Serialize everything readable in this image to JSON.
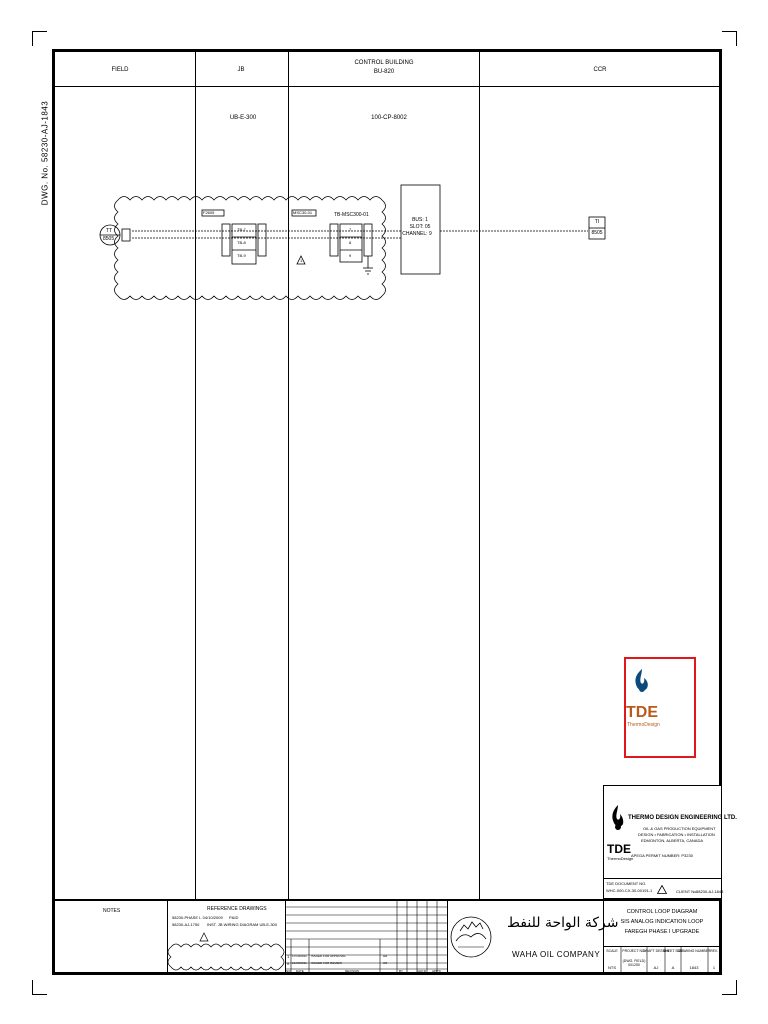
{
  "drawing": {
    "dwg_number": "DWG. No. 58230-AJ-1843",
    "columns": {
      "field": "FIELD",
      "jb": "JB",
      "control_building_line1": "CONTROL BUILDING",
      "control_building_line2": "BU-820",
      "ccr": "CCR"
    },
    "jb_tag": "UB-E-300",
    "cabinet_tag": "100-CP-8002",
    "instrument": {
      "tag_top": "TT",
      "tag_bottom": "8505"
    },
    "jb_cable_tag": "F2605",
    "jb_terminals": [
      "TB-7",
      "TB-8",
      "TB-9"
    ],
    "cp_cable_tag": "MSC30-01",
    "cp_terminal_block": "TB-MSC300-01",
    "cp_terminals": [
      "7",
      "8",
      "9"
    ],
    "io_card": {
      "line1": "BUS: 1",
      "line2": "SLOT: 05",
      "line3": "CHANNEL: 9"
    },
    "ccr_tag_top": "TI",
    "ccr_tag_bottom": "8505",
    "revision_marker": "1"
  },
  "logo_box": {
    "brand": "TDE",
    "sub": "ThermoDesign"
  },
  "company_block": {
    "name": "THERMO DESIGN ENGINEERING LTD.",
    "line1": "OIL & GAS PRODUCTION EQUIPMENT",
    "line2": "DESIGN • FABRICATION • INSTALLATION",
    "line3": "EDMONTON, ALBERTA, CANADA",
    "line4": "APEGA PERMIT NUMBER: P3230",
    "brand": "TDE",
    "brand_sub": "ThermoDesign",
    "doc_label": "TDE DOCUMENT NO.",
    "doc_number": "WHC-000-CX-30-00191-1",
    "client_label": "CLIENT No.",
    "client_number": "58230-AJ-1843"
  },
  "notes_block": {
    "label": "NOTES"
  },
  "reference_block": {
    "title": "REFERENCE DRAWINGS",
    "row1_left": "58230-PHASE I- 04/10/2009",
    "row1_right": "P&ID",
    "row2_left": "58230-AJ-1750",
    "row2_right": "INST. JB WIRING DIAGRAM UB-E-300"
  },
  "revisions": {
    "header": [
      "NO.",
      "DATE",
      "REVISION",
      "BY",
      "CHK'D",
      "APP'D"
    ],
    "rows": [
      {
        "no": "1",
        "date": "17/10/2011",
        "desc": "ISSUED FOR APPROVAL",
        "by": "HR"
      },
      {
        "no": "0",
        "date": "21/09/2011",
        "desc": "ISSUED FOR REVIEW",
        "by": "HR"
      }
    ]
  },
  "client": {
    "arabic": "شركة الواحة للنفط",
    "english": "WAHA OIL COMPANY"
  },
  "title_block": {
    "line1": "CONTROL LOOP DIAGRAM",
    "line2": "SIS ANALOG INDICATION LOOP",
    "line3": "FAREGH PHASE I UPGRADE"
  },
  "info_row": {
    "labels": [
      "SCALE",
      "PROJECT NO.",
      "DRAFT DESIGN",
      "SHEET SIZE",
      "DRAWING NUMBER",
      "REV."
    ],
    "values": [
      "NTS",
      "(DWG. FIELD) 001250",
      "AJ",
      "A",
      "1843",
      "1"
    ]
  }
}
